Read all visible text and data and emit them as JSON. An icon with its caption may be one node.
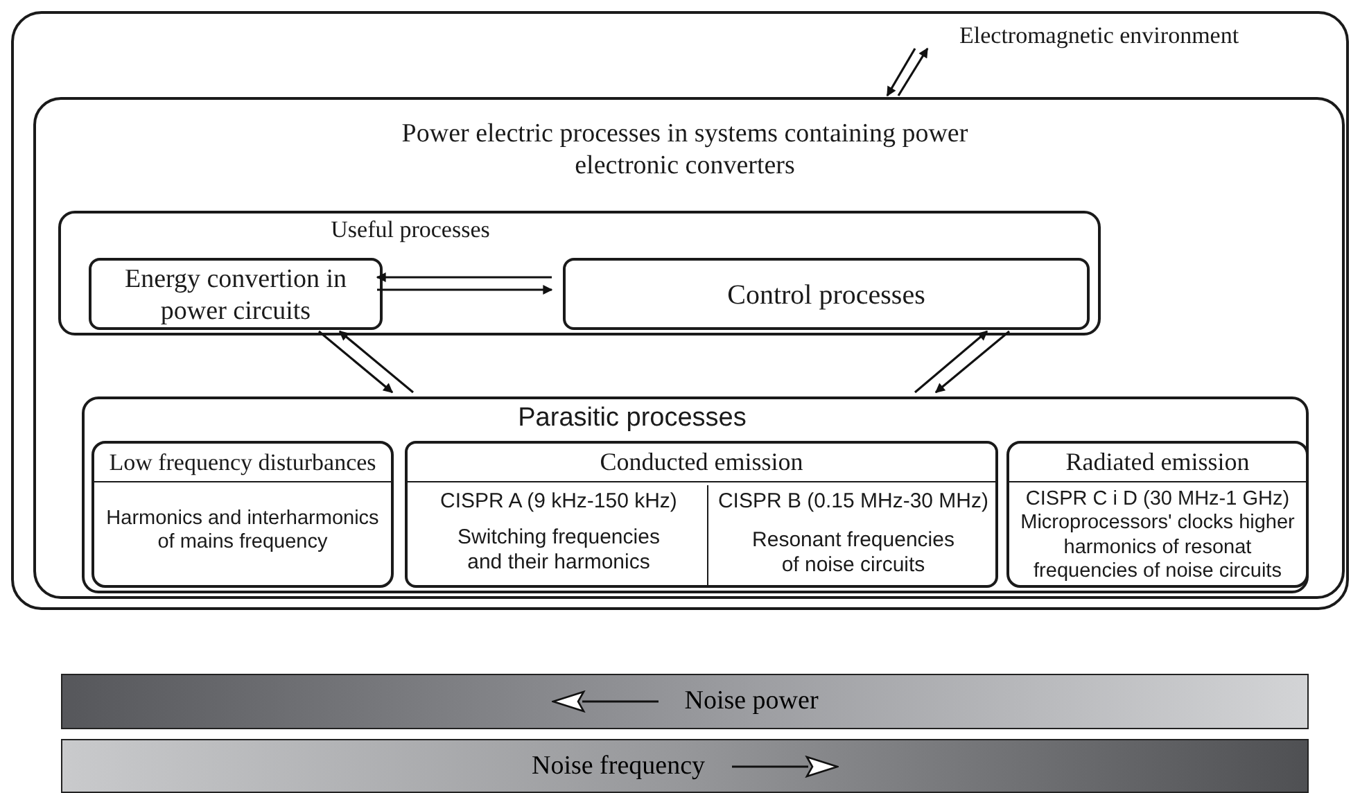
{
  "diagram": {
    "nodes": [
      {
        "text": [
          "Electromagnetic environment"
        ]
      },
      {
        "text": [
          "Power electric processes in systems containing power electronic converters"
        ],
        "in": 0
      },
      {
        "text": [
          "Useful processes"
        ],
        "in": 1
      },
      {
        "text": [
          "Energy convertion in power circuits"
        ],
        "in": 2
      },
      {
        "text": [
          "Control processes"
        ],
        "in": 2
      },
      {
        "text": [
          "Parasitic processes"
        ],
        "in": 1
      },
      {
        "text": [
          "Low frequency disturbances",
          "Harmonics and interharmonics of mains frequency"
        ],
        "in": 5
      },
      {
        "text": [
          "Conducted emission"
        ],
        "in": 5
      },
      {
        "text": [
          "CISPR A (9 kHz-150 kHz)",
          "Switching frequencies and their harmonics"
        ],
        "in": 7
      },
      {
        "text": [
          "CISPR B (0.15 MHz-30 MHz)",
          "Resonant frequencies of noise circuits"
        ],
        "in": 7
      },
      {
        "text": [
          "Radiated emission",
          "CISPR C i D (30 MHz-1 GHz)",
          "Microprocessors' clocks higher harmonics of resonat frequencies of noise circuits"
        ],
        "in": 5
      },
      {
        "text": [
          "Noise power"
        ]
      },
      {
        "text": [
          "Noise frequency"
        ]
      }
    ],
    "edges": [
      {
        "from": 0,
        "to": 1,
        "arrow": "to"
      },
      {
        "from": 1,
        "to": 0,
        "arrow": "to"
      },
      {
        "from": 4,
        "to": 3,
        "arrow": "to"
      },
      {
        "from": 3,
        "to": 4,
        "arrow": "to"
      },
      {
        "from": 2,
        "to": 5,
        "arrow": "to"
      },
      {
        "from": 5,
        "to": 2,
        "arrow": "to"
      },
      {
        "from": 5,
        "to": 2,
        "arrow": "to"
      },
      {
        "from": 2,
        "to": 5,
        "arrow": "to"
      }
    ]
  }
}
